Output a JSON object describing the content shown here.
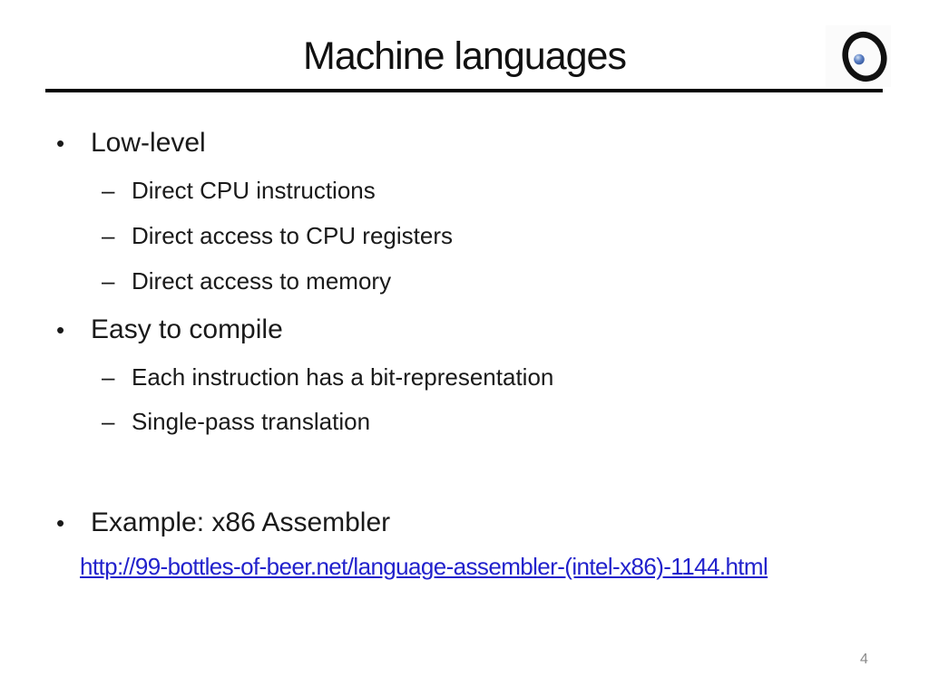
{
  "slide": {
    "title": "Machine languages",
    "page_number": "4",
    "logo": {
      "icon": "ring-with-blue-dot",
      "ring_color": "#111111",
      "dot_color": "#4a6fba"
    }
  },
  "content": {
    "bullets": {
      "level1_glyph": "•",
      "level2_glyph": "–"
    },
    "sections": [
      {
        "text": "Low-level",
        "subs": [
          "Direct CPU instructions",
          "Direct access to CPU registers",
          "Direct access to memory"
        ]
      },
      {
        "text": "Easy to compile",
        "subs": [
          "Each instruction has a bit-representation",
          "Single-pass translation"
        ]
      },
      {
        "text": "Example: x86 Assembler",
        "subs": []
      }
    ],
    "link": {
      "text": "http://99-bottles-of-beer.net/language-assembler-(intel-x86)-1144.html",
      "color": "#2222CC"
    }
  }
}
